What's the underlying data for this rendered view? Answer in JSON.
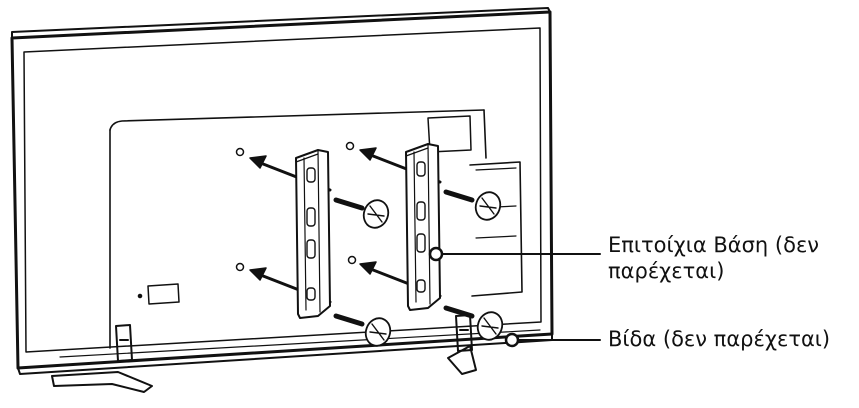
{
  "labels": {
    "wall_bracket_line1": "Επιτοίχια Βάση (δεν",
    "wall_bracket_line2": "παρέχεται)",
    "screw": "Βίδα (δεν παρέχεται)"
  },
  "colors": {
    "line": "#111111",
    "tv_fill": "#ffffff",
    "background": "#ffffff"
  }
}
